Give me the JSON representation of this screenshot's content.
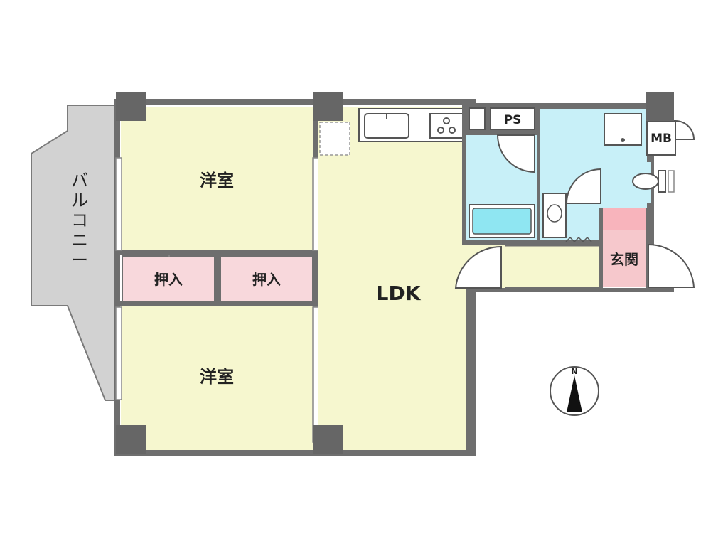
{
  "rooms": {
    "balcony": "バルコニー",
    "western_room_top": "洋室",
    "western_room_bottom": "洋室",
    "closet_left": "押入",
    "closet_right": "押入",
    "ldk": "LDK",
    "entrance": "玄関",
    "pipe_space": "PS",
    "meter_box": "MB"
  },
  "compass": {
    "north_label": "N"
  },
  "colors": {
    "room_fill": "#f6f7cf",
    "wet_area_fill": "#c8f0f8",
    "closet_fill": "#f8d8dc",
    "entrance_fill": "#f6c8cc",
    "balcony_fill": "#d2d2d2",
    "wall": "#6e6e6e",
    "pillar": "#666666"
  }
}
